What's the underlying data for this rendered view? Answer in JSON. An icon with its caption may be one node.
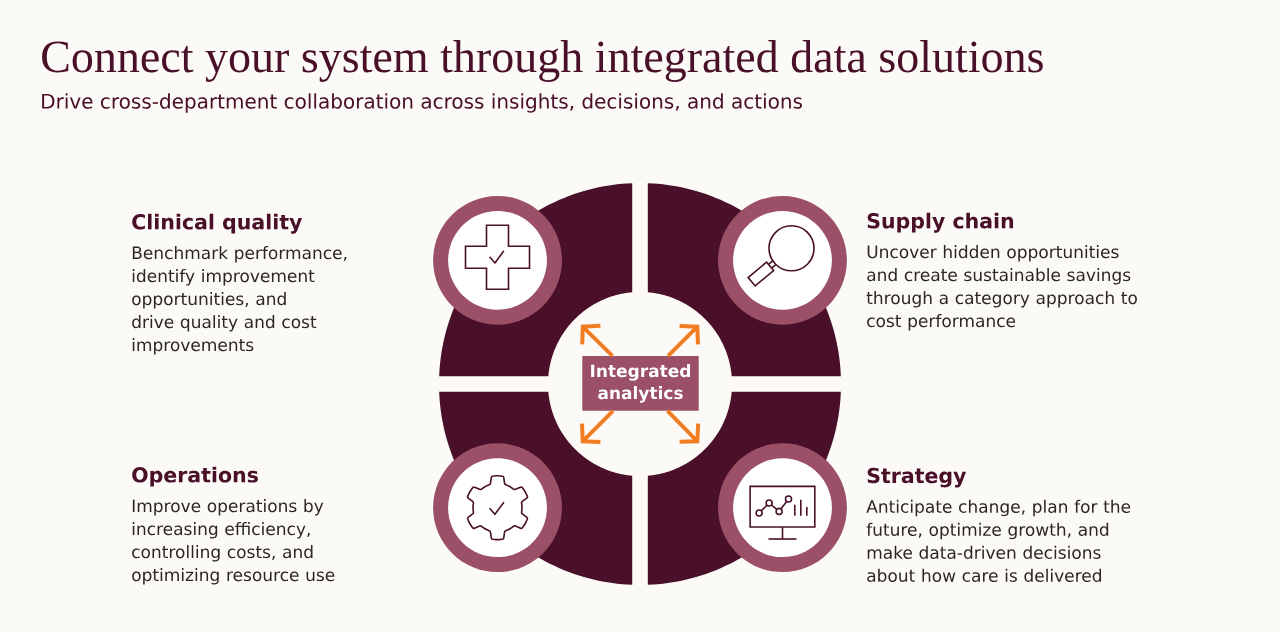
{
  "diagram": {
    "title": "Connect your system through integrated data solutions",
    "nodes": [
      {
        "text": [],
        "shape": "arc",
        "beside": [
          "Clinical quality",
          "Benchmark performance, identify improvement opportunities, and drive quality and cost improvements"
        ]
      },
      {
        "text": [],
        "shape": "arc",
        "beside": [
          "Supply chain",
          "Uncover hidden opportunities and create sustainable savings through a category approach to cost performance"
        ]
      },
      {
        "text": [
          "Integrated analytics"
        ]
      },
      {
        "text": [],
        "shape": "arc",
        "beside": [
          "Operations",
          "Improve operations by increasing efficiency, controlling costs, and optimizing resource use"
        ]
      },
      {
        "text": [],
        "shape": "arc",
        "beside": [
          "Strategy",
          "Anticipate change, plan for the future, optimize growth, and make data-driven decisions about how care is delivered"
        ]
      }
    ],
    "edges": [
      {
        "from": 2,
        "to": 0,
        "arrow": "to"
      },
      {
        "from": 2,
        "to": 1,
        "arrow": "to"
      },
      {
        "from": 2,
        "to": 3,
        "arrow": "to"
      },
      {
        "from": 2,
        "to": 4,
        "arrow": "to"
      }
    ],
    "labels": [
      "Drive cross-department collaboration across insights, decisions, and actions"
    ]
  }
}
